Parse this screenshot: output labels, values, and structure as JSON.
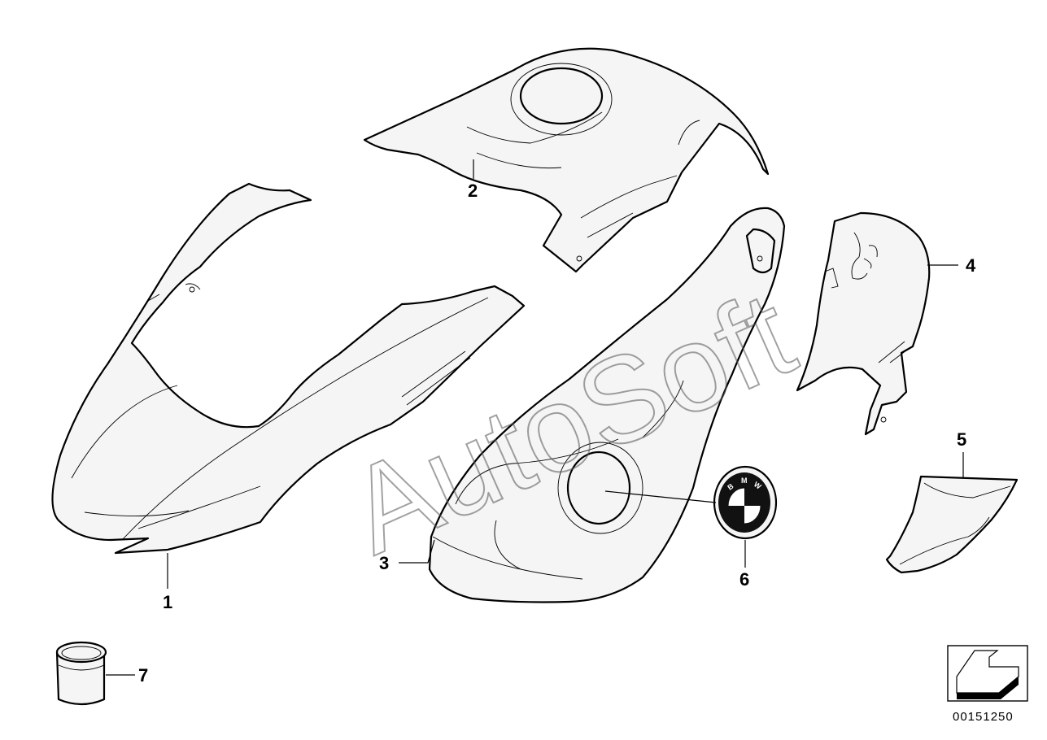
{
  "watermark": "AutoSoft",
  "diagram_id": "00151250",
  "callouts": {
    "c1": "1",
    "c2": "2",
    "c3": "3",
    "c4": "4",
    "c5": "5",
    "c6": "6",
    "c7": "7"
  },
  "emblem": {
    "letters": [
      "B",
      "M",
      "W"
    ]
  }
}
